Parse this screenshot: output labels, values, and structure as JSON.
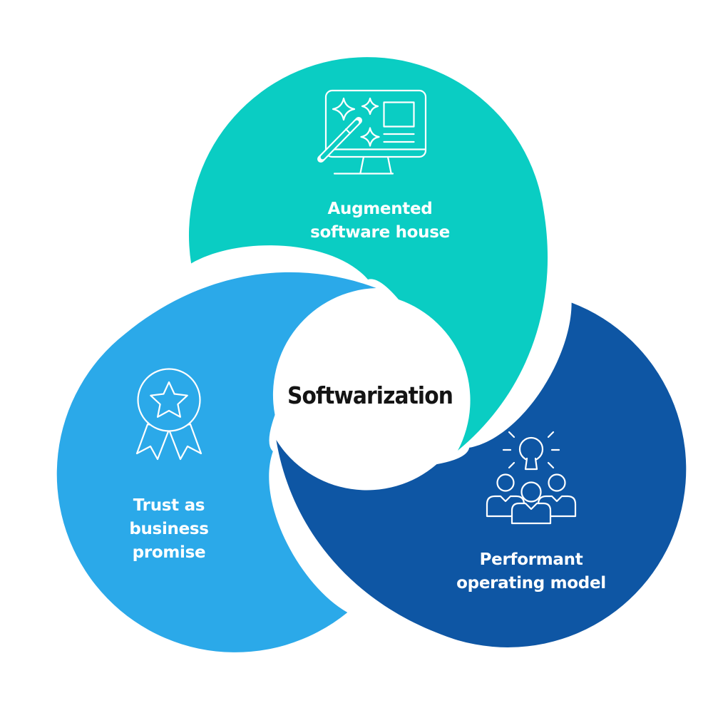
{
  "diagram": {
    "title": "Softwarization",
    "colors": {
      "background": "#FFFFFF",
      "title_text": "#141414",
      "label_text": "#FFFFFF",
      "icon_stroke": "#FFFFFF",
      "teal": "#0ACDC3",
      "light_blue": "#2BA9E9",
      "dark_blue": "#0E56A4"
    },
    "segments": [
      {
        "name": "augmented-software-house",
        "label_lines": [
          "Augmented",
          "software house"
        ],
        "color": "#0ACDC3",
        "icon": "magic-wand-monitor-icon",
        "position": "top"
      },
      {
        "name": "trust-as-business-promise",
        "label_lines": [
          "Trust as",
          "business",
          "promise"
        ],
        "color": "#2BA9E9",
        "icon": "award-ribbon-icon",
        "position": "left"
      },
      {
        "name": "performant-operating-model",
        "label_lines": [
          "Performant",
          "operating model"
        ],
        "color": "#0E56A4",
        "icon": "team-lightbulb-icon",
        "position": "right"
      }
    ]
  }
}
